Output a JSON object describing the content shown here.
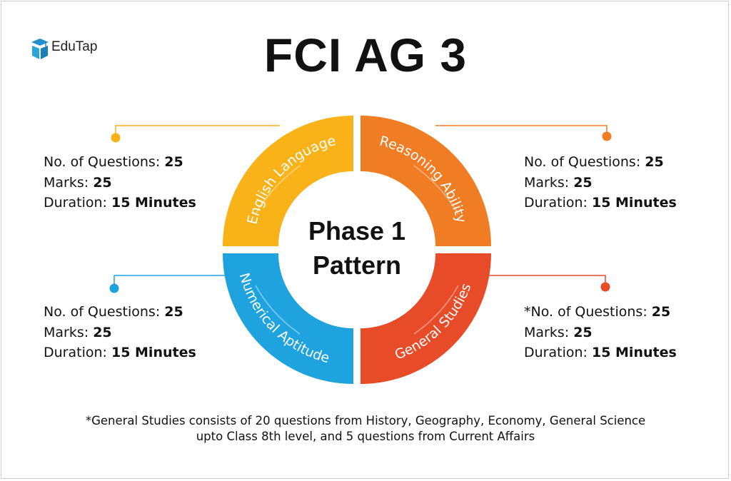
{
  "brand": {
    "name": "EduTap"
  },
  "title": "FCI AG 3",
  "center": {
    "line1": "Phase 1",
    "line2": "Pattern"
  },
  "segments": [
    {
      "label": "English Language",
      "color": "#F9B218"
    },
    {
      "label": "Reasoning Ability",
      "color": "#F07C24"
    },
    {
      "label": "General Studies",
      "color": "#E84B27"
    },
    {
      "label": "Numerical Aptitude",
      "color": "#1EA3DF"
    }
  ],
  "details": {
    "top_left": {
      "q_label": "No. of Questions: ",
      "q_value": "25",
      "m_label": "Marks: ",
      "m_value": "25",
      "d_label": "Duration: ",
      "d_value": "15 Minutes"
    },
    "top_right": {
      "q_label": "No. of Questions: ",
      "q_value": "25",
      "m_label": "Marks: ",
      "m_value": "25",
      "d_label": "Duration: ",
      "d_value": "15 Minutes"
    },
    "bottom_left": {
      "q_label": "No. of Questions: ",
      "q_value": "25",
      "m_label": "Marks: ",
      "m_value": "25",
      "d_label": "Duration: ",
      "d_value": "15 Minutes"
    },
    "bottom_right": {
      "q_label": "*No. of Questions: ",
      "q_value": "25",
      "m_label": "Marks: ",
      "m_value": "25",
      "d_label": "Duration: ",
      "d_value": "15 Minutes"
    }
  },
  "footnote": {
    "line1": "*General Studies consists of 20 questions from History, Geography, Economy, General Science",
    "line2": "upto Class 8th level, and 5 questions from Current Affairs"
  }
}
